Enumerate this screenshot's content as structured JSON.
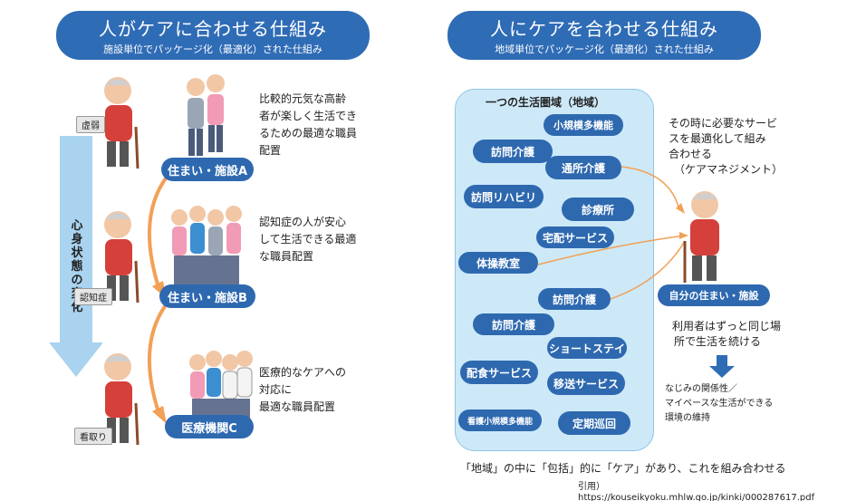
{
  "left": {
    "title": "人がケアに合わせる仕組み",
    "subtitle": "施設単位でパッケージ化（最適化）された仕組み",
    "arrow_text": [
      "心",
      "身",
      "状",
      "態",
      "の",
      "変",
      "化"
    ],
    "stages": [
      {
        "label": "虚弱",
        "facility": "住まい・施設A",
        "description": [
          "比較的元気な高齢",
          "者が楽しく生活でき",
          "るための最適な職員",
          "配置"
        ]
      },
      {
        "label": "認知症",
        "facility": "住まい・施設B",
        "description": [
          "認知症の人が安心",
          "して生活できる最適",
          "な職員配置"
        ]
      },
      {
        "label": "看取り",
        "facility": "医療機関C",
        "description": [
          "医療的なケアへの",
          "対応に",
          "最適な職員配置"
        ]
      }
    ]
  },
  "right": {
    "title": "人にケアを合わせる仕組み",
    "subtitle": "地域単位でパッケージ化（最適化）された仕組み",
    "region_label": "一つの生活圏域（地域）",
    "services": [
      "小規模多機能",
      "訪問介護",
      "通所介護",
      "訪問リハビリ",
      "診療所",
      "宅配サービス",
      "体操教室",
      "訪問介護",
      "訪問介護",
      "ショートステイ",
      "配食サービス",
      "移送サービス",
      "看護小規模多機能",
      "定期巡回"
    ],
    "care_management": [
      "その時に必要なサービ",
      "スを最適化して組み",
      "合わせる",
      "（ケアマネジメント）"
    ],
    "home_label": "自分の住まい・施設",
    "stay_text": [
      "利用者はずっと同じ場",
      "所で生活を続ける"
    ],
    "familiar": [
      "なじみの関係性／",
      "マイペースな生活ができる",
      "環境の維持"
    ],
    "caption": "「地域」の中に「包括」的に「ケア」があり、これを組み合わせる"
  },
  "citation": {
    "label": "引用）",
    "url": "https://kouseikyoku.mhlw.go.jp/kinki/000287617.pdf"
  },
  "colors": {
    "banner": "#2f6cb6",
    "pill": "#2e69b0",
    "arrow": "#a9d3ef",
    "region": "#cde9f8",
    "connector": "#f2a056"
  }
}
